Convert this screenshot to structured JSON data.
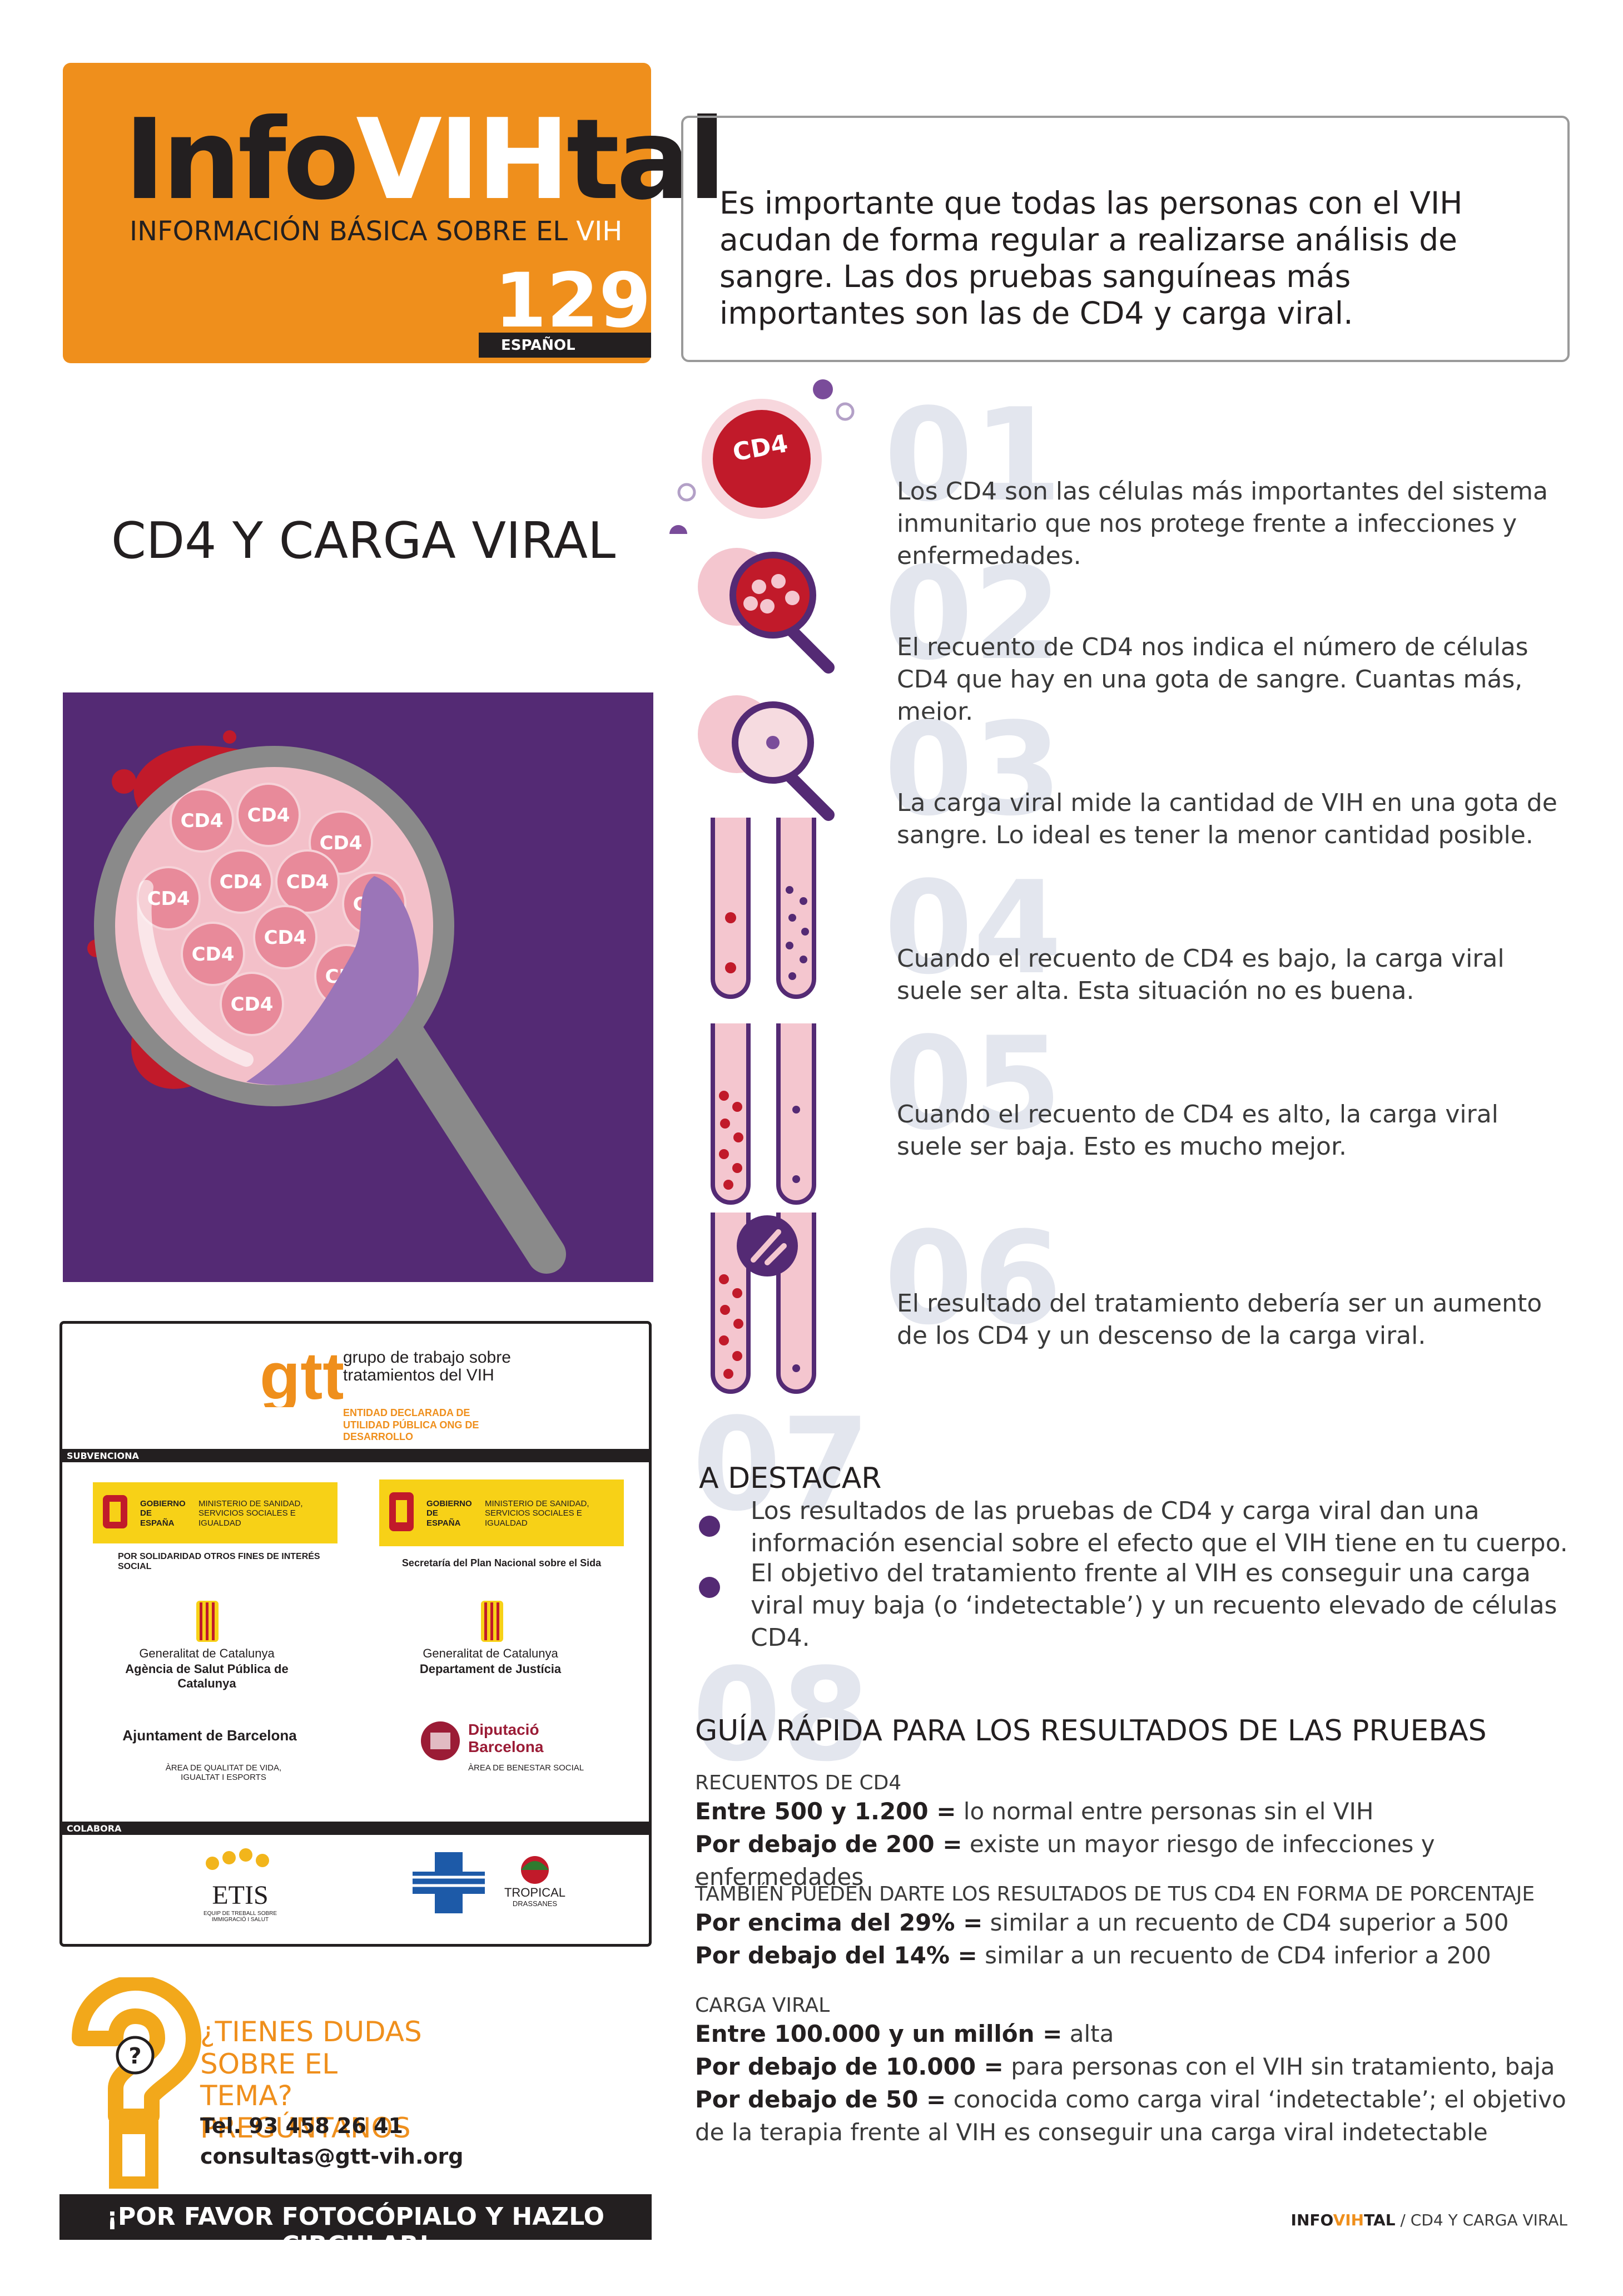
{
  "header": {
    "brand_pre": "Info",
    "brand_v": "VIH",
    "brand_post": "tal",
    "subtitle_pre": "INFORMACIÓN BÁSICA SOBRE EL ",
    "subtitle_vih": "VIH",
    "issue": "129",
    "language": "ESPAÑOL"
  },
  "intro": "Es importante que todas las personas con el VIH acudan de forma regular a realizarse análisis de sangre. Las dos pruebas sanguíneas más importantes son las de CD4 y carga viral.",
  "title": "CD4 Y CARGA VIRAL",
  "illustration": {
    "cells": [
      "CD4",
      "CD4",
      "CD4",
      "CD4",
      "CD4",
      "CD4",
      "CD4",
      "CD4",
      "CD4",
      "CD4",
      "CD4"
    ]
  },
  "steps": [
    {
      "num": "01",
      "icon_label": "CD4",
      "text": "Los CD4 son las células más importantes del sistema inmunitario que nos protege frente a infecciones y enfermedades."
    },
    {
      "num": "02",
      "text": "El recuento de CD4 nos indica el número de células CD4 que hay en una gota de sangre. Cuantas más, mejor."
    },
    {
      "num": "03",
      "text": "La carga viral mide la cantidad de VIH en una gota de sangre. Lo ideal es tener la menor cantidad posible."
    },
    {
      "num": "04",
      "text": "Cuando el recuento de CD4 es bajo, la carga viral suele ser alta. Esta situación no es buena."
    },
    {
      "num": "05",
      "text": "Cuando el recuento de CD4 es alto, la carga viral suele ser baja. Esto es mucho mejor."
    },
    {
      "num": "06",
      "text": "El resultado del tratamiento debería ser un aumento de los CD4 y un descenso de la carga viral."
    }
  ],
  "destacar": {
    "num": "07",
    "title": "A DESTACAR",
    "items": [
      "Los resultados de las pruebas de CD4 y carga viral dan una información esencial sobre el efecto que el VIH tiene en tu cuerpo.",
      "El objetivo del tratamiento frente al VIH es conseguir una carga viral muy baja (o ‘indetectable’) y un recuento elevado de células CD4."
    ]
  },
  "guide": {
    "num": "08",
    "title": "GUÍA RÁPIDA PARA LOS RESULTADOS DE LAS PRUEBAS",
    "sections": [
      {
        "heading": "RECUENTOS DE CD4",
        "lines": [
          {
            "bold": "Entre 500 y 1.200 =",
            "text": " lo normal entre personas sin el VIH"
          },
          {
            "bold": "Por debajo de 200 =",
            "text": " existe un mayor riesgo de infecciones y enfermedades"
          }
        ]
      },
      {
        "heading": "TAMBIÉN PUEDEN DARTE LOS RESULTADOS DE TUS CD4 EN FORMA DE PORCENTAJE",
        "lines": [
          {
            "bold": "Por encima del 29% =",
            "text": " similar a un recuento de CD4 superior a 500"
          },
          {
            "bold": "Por debajo del 14% =",
            "text": " similar a un recuento de CD4 inferior a 200"
          }
        ]
      },
      {
        "heading": "CARGA VIRAL",
        "lines": [
          {
            "bold": "Entre 100.000 y un millón =",
            "text": " alta"
          },
          {
            "bold": "Por debajo de 10.000 =",
            "text": " para personas con el VIH sin tratamiento, baja"
          },
          {
            "bold": "Por debajo de 50 =",
            "text": " conocida como carga viral ‘indetectable’; el objetivo de la terapia frente al VIH es conseguir una carga viral indetectable"
          }
        ]
      }
    ]
  },
  "logos": {
    "gtt_mark": "gtt",
    "gtt_name": "grupo de trabajo sobre tratamientos del VIH",
    "gtt_tag": "ENTIDAD DECLARADA DE UTILIDAD PÚBLICA ONG DE DESARROLLO",
    "subvenciona": "SUBVENCIONA",
    "colabora": "COLABORA",
    "gob1_a": "GOBIERNO DE ESPAÑA",
    "gob1_b": "MINISTERIO DE SANIDAD, SERVICIOS SOCIALES E IGUALDAD",
    "gob1_note": "POR SOLIDARIDAD OTROS FINES DE INTERÉS SOCIAL",
    "gob2_a": "GOBIERNO DE ESPAÑA",
    "gob2_b": "MINISTERIO DE SANIDAD, SERVICIOS SOCIALES E IGUALDAD",
    "gob2_note": "Secretaría del Plan Nacional sobre el Sida",
    "gencat1_a": "Generalitat de Catalunya",
    "gencat1_b": "Agència de Salut Pública de Catalunya",
    "gencat2_a": "Generalitat de Catalunya",
    "gencat2_b": "Departament de Justícia",
    "ajunt_a": "Ajuntament de Barcelona",
    "ajunt_b": "ÀREA DE QUALITAT DE VIDA, IGUALTAT I ESPORTS",
    "dipu_a": "Diputació Barcelona",
    "dipu_b": "ÀREA DE BENESTAR SOCIAL",
    "etis": "ETIS",
    "etis_sub": "EQUIP DE TREBALL SOBRE IMMIGRACIÓ I SALUT",
    "tropical": "TROPICAL",
    "tropical_sub": "DRASSANES"
  },
  "help": {
    "question": "¿TIENES DUDAS SOBRE EL TEMA? PREGÚNTANOS",
    "tel": "Tel. 93 458 26 41",
    "email": "consultas@gtt-vih.org"
  },
  "cta": "¡POR FAVOR FOTOCÓPIALO Y HAZLO CIRCULAR!",
  "footer": {
    "brand_pre": "INFO",
    "brand_v": "VIH",
    "brand_post": "TAL",
    "text": " / CD4 Y CARGA VIRAL"
  },
  "colors": {
    "orange": "#ef8f1c",
    "purple": "#542a74",
    "red": "#c11a2a",
    "pink": "#f0b8c2",
    "dark": "#231f20"
  }
}
